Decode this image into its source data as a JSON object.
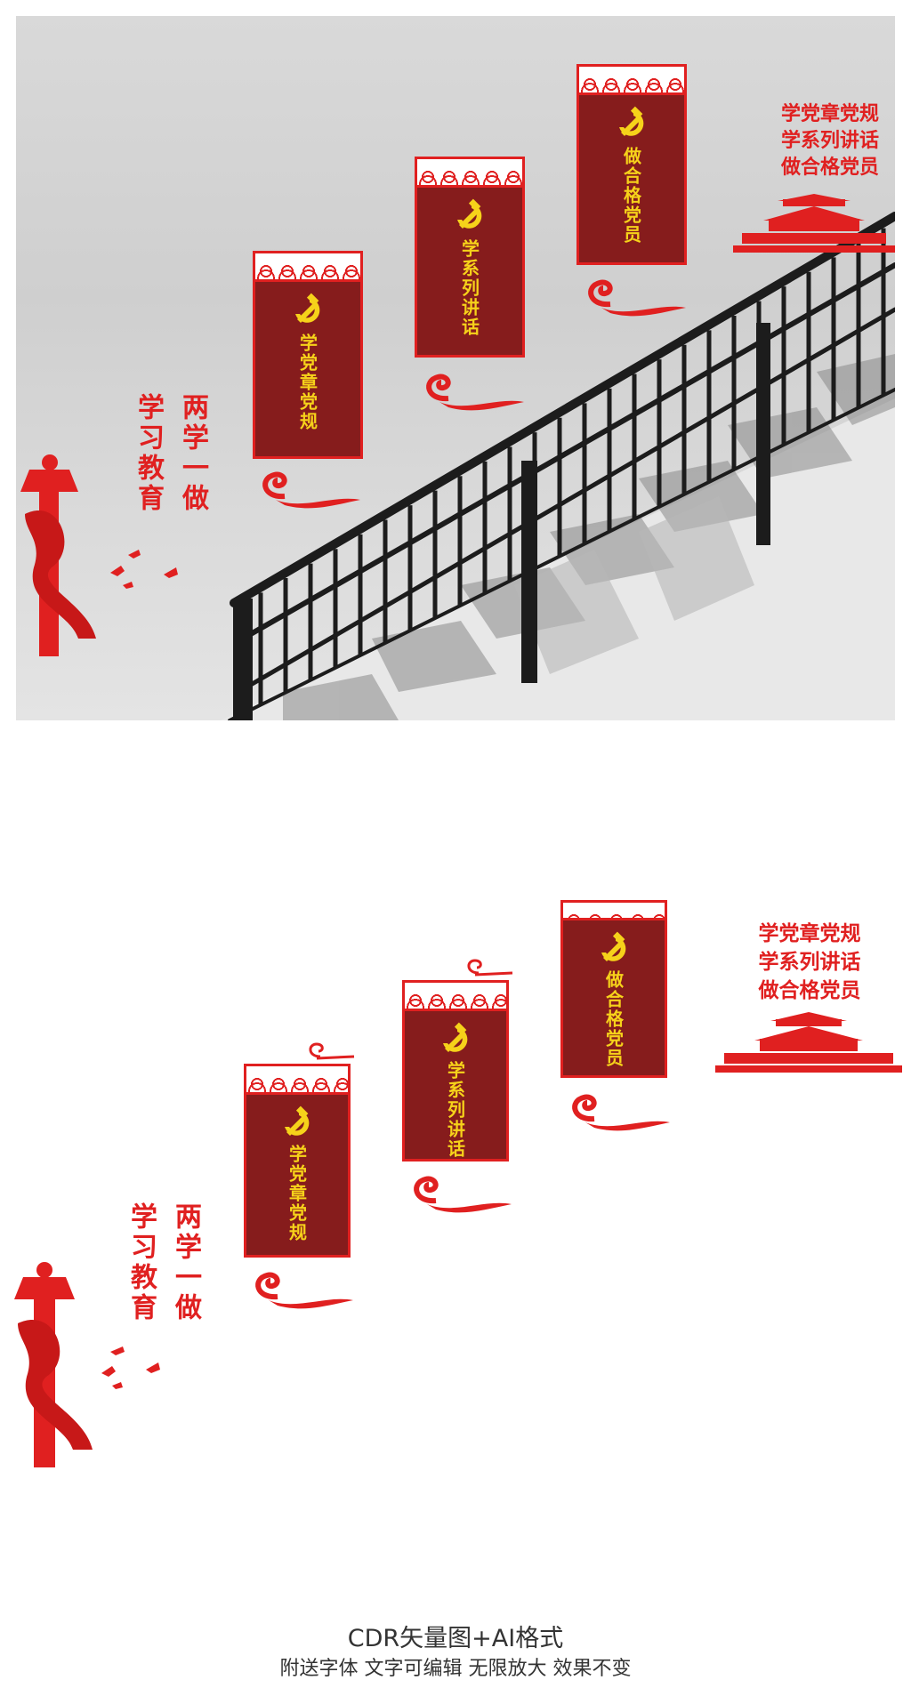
{
  "banners": {
    "b1": "学党章党规",
    "b2": "学系列讲话",
    "b3": "做合格党员"
  },
  "slogan_lines": [
    "学党章党规",
    "学系列讲话",
    "做合格党员"
  ],
  "side_title": {
    "col_right": "两学一做",
    "col_left": "学习教育"
  },
  "caption": {
    "line1": "CDR矢量图+AI格式",
    "line2": "附送字体 文字可编辑 无限放大 效果不变"
  },
  "colors": {
    "red": "#e02020",
    "panel": "#861c1c",
    "gold": "#f6d21a"
  },
  "icons": [
    "party-emblem-icon",
    "cloud-scroll-icon",
    "huabiao-pillar-icon",
    "dove-icon",
    "tiananmen-icon"
  ]
}
